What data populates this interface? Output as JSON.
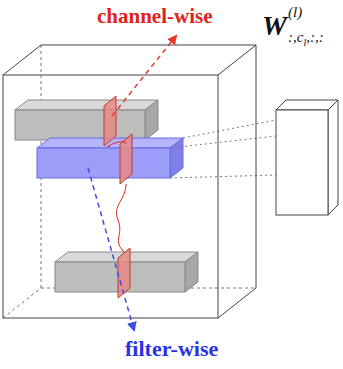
{
  "diagram": {
    "labels": [
      "channel-wise",
      "filter-wise",
      "W",
      "(l)",
      ":,c",
      "l",
      ",:,:"
    ]
  }
}
